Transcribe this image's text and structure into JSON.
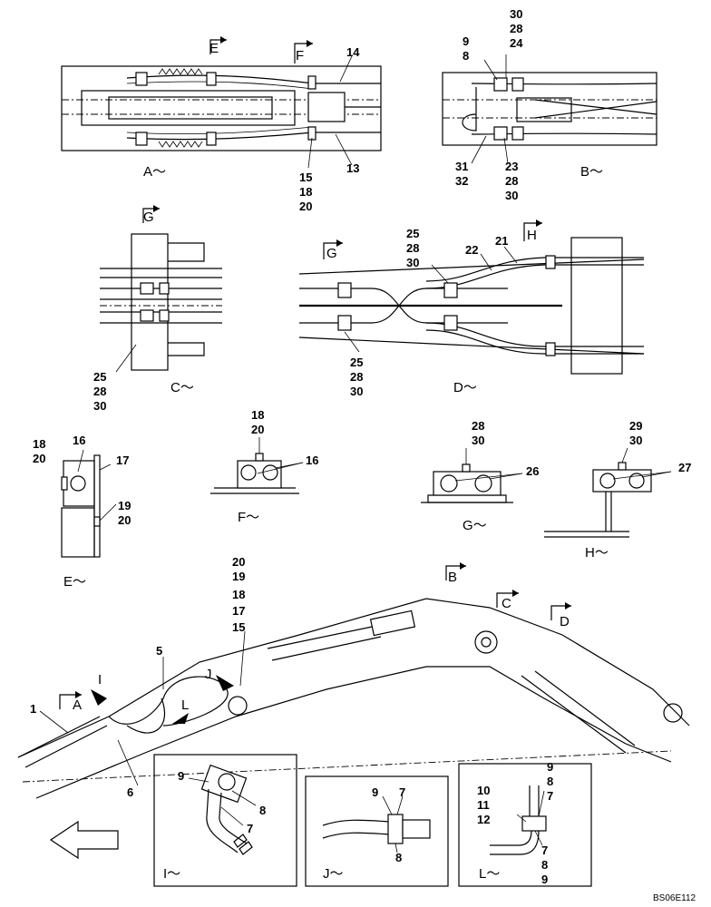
{
  "views": {
    "a": {
      "caption": "A～",
      "numbers": [
        "14",
        "13",
        "15",
        "18",
        "20"
      ],
      "arrows": [
        "E",
        "F"
      ]
    },
    "b": {
      "caption": "B～",
      "top": [
        "30",
        "28",
        "24"
      ],
      "left": [
        "9",
        "8"
      ],
      "bottom_left": [
        "31",
        "32"
      ],
      "bottom_right": [
        "23",
        "28",
        "30"
      ]
    },
    "c": {
      "caption": "C～",
      "arrow": "G",
      "numbers": [
        "25",
        "28",
        "30"
      ]
    },
    "d": {
      "caption": "D～",
      "arrows": [
        "G",
        "H"
      ],
      "top": [
        "25",
        "28",
        "30"
      ],
      "hoses": [
        "22",
        "21"
      ],
      "bottom": [
        "25",
        "28",
        "30"
      ]
    },
    "e": {
      "caption": "E～",
      "top": [
        "18",
        "20"
      ],
      "clamp": "16",
      "bracket": "17",
      "bottom": [
        "19",
        "20"
      ]
    },
    "f": {
      "caption": "F～",
      "top": [
        "18",
        "20"
      ],
      "clamp": "16"
    },
    "g": {
      "caption": "G～",
      "top": [
        "28",
        "30"
      ],
      "clamp": "26"
    },
    "h": {
      "caption": "H～",
      "top": [
        "29",
        "30"
      ],
      "clamp": "27"
    },
    "main": {
      "stack": [
        "20",
        "19",
        "18",
        "17",
        "15"
      ],
      "labels": {
        "one": "1",
        "five": "5",
        "six": "6"
      },
      "arrows": {
        "a": "A",
        "b": "B",
        "c": "C",
        "d": "D",
        "i": "I",
        "j": "J",
        "l": "L"
      }
    },
    "detail_i": {
      "caption": "I～",
      "numbers": [
        "9",
        "8",
        "7"
      ]
    },
    "detail_j": {
      "caption": "J～",
      "numbers": [
        "9",
        "7",
        "8"
      ]
    },
    "detail_l": {
      "caption": "L～",
      "top": [
        "9",
        "8",
        "7"
      ],
      "left": [
        "10",
        "11",
        "12"
      ],
      "bottom": [
        "7",
        "8",
        "9"
      ]
    }
  },
  "reference": "BS06E112"
}
